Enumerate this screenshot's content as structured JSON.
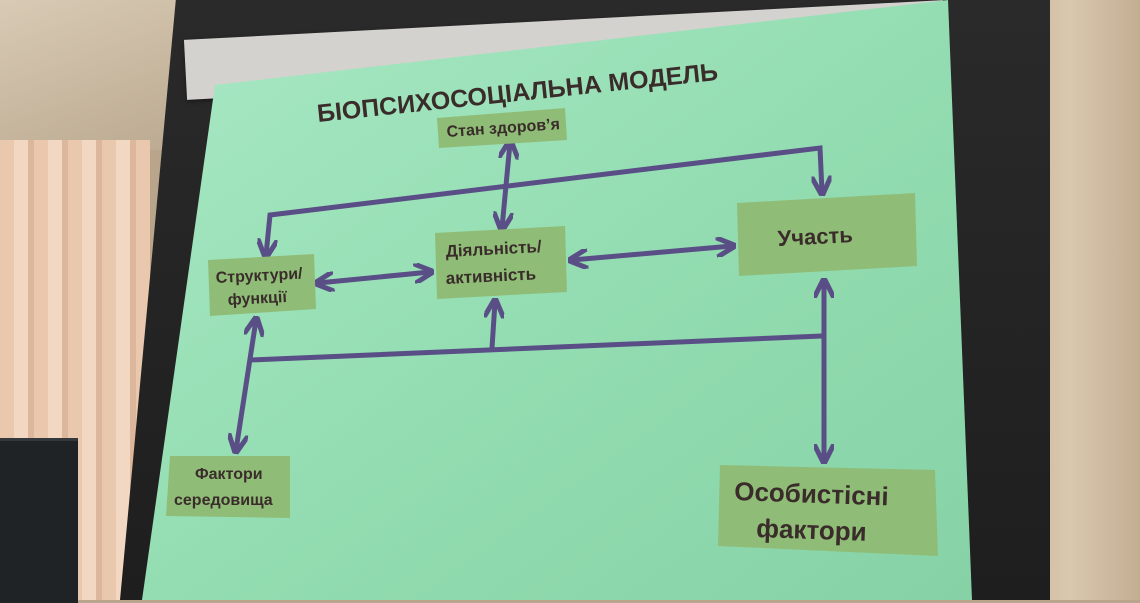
{
  "slide": {
    "title": "БІОПСИХОСОЦІАЛЬНА МОДЕЛЬ",
    "boxes": {
      "health": "Стан здоров’я",
      "activity_1": "Діяльність/",
      "activity_2": "активність",
      "participation": "Участь",
      "structures_1": "Структури/",
      "structures_2": "функції",
      "environment_1": "Фактори",
      "environment_2": "середовища",
      "personal_1": "Особистісні",
      "personal_2": "фактори"
    }
  },
  "colors": {
    "screen": "#97e1b6",
    "box": "#8fbd77",
    "arrow": "#5a4e86",
    "text": "#3a2c2a"
  }
}
